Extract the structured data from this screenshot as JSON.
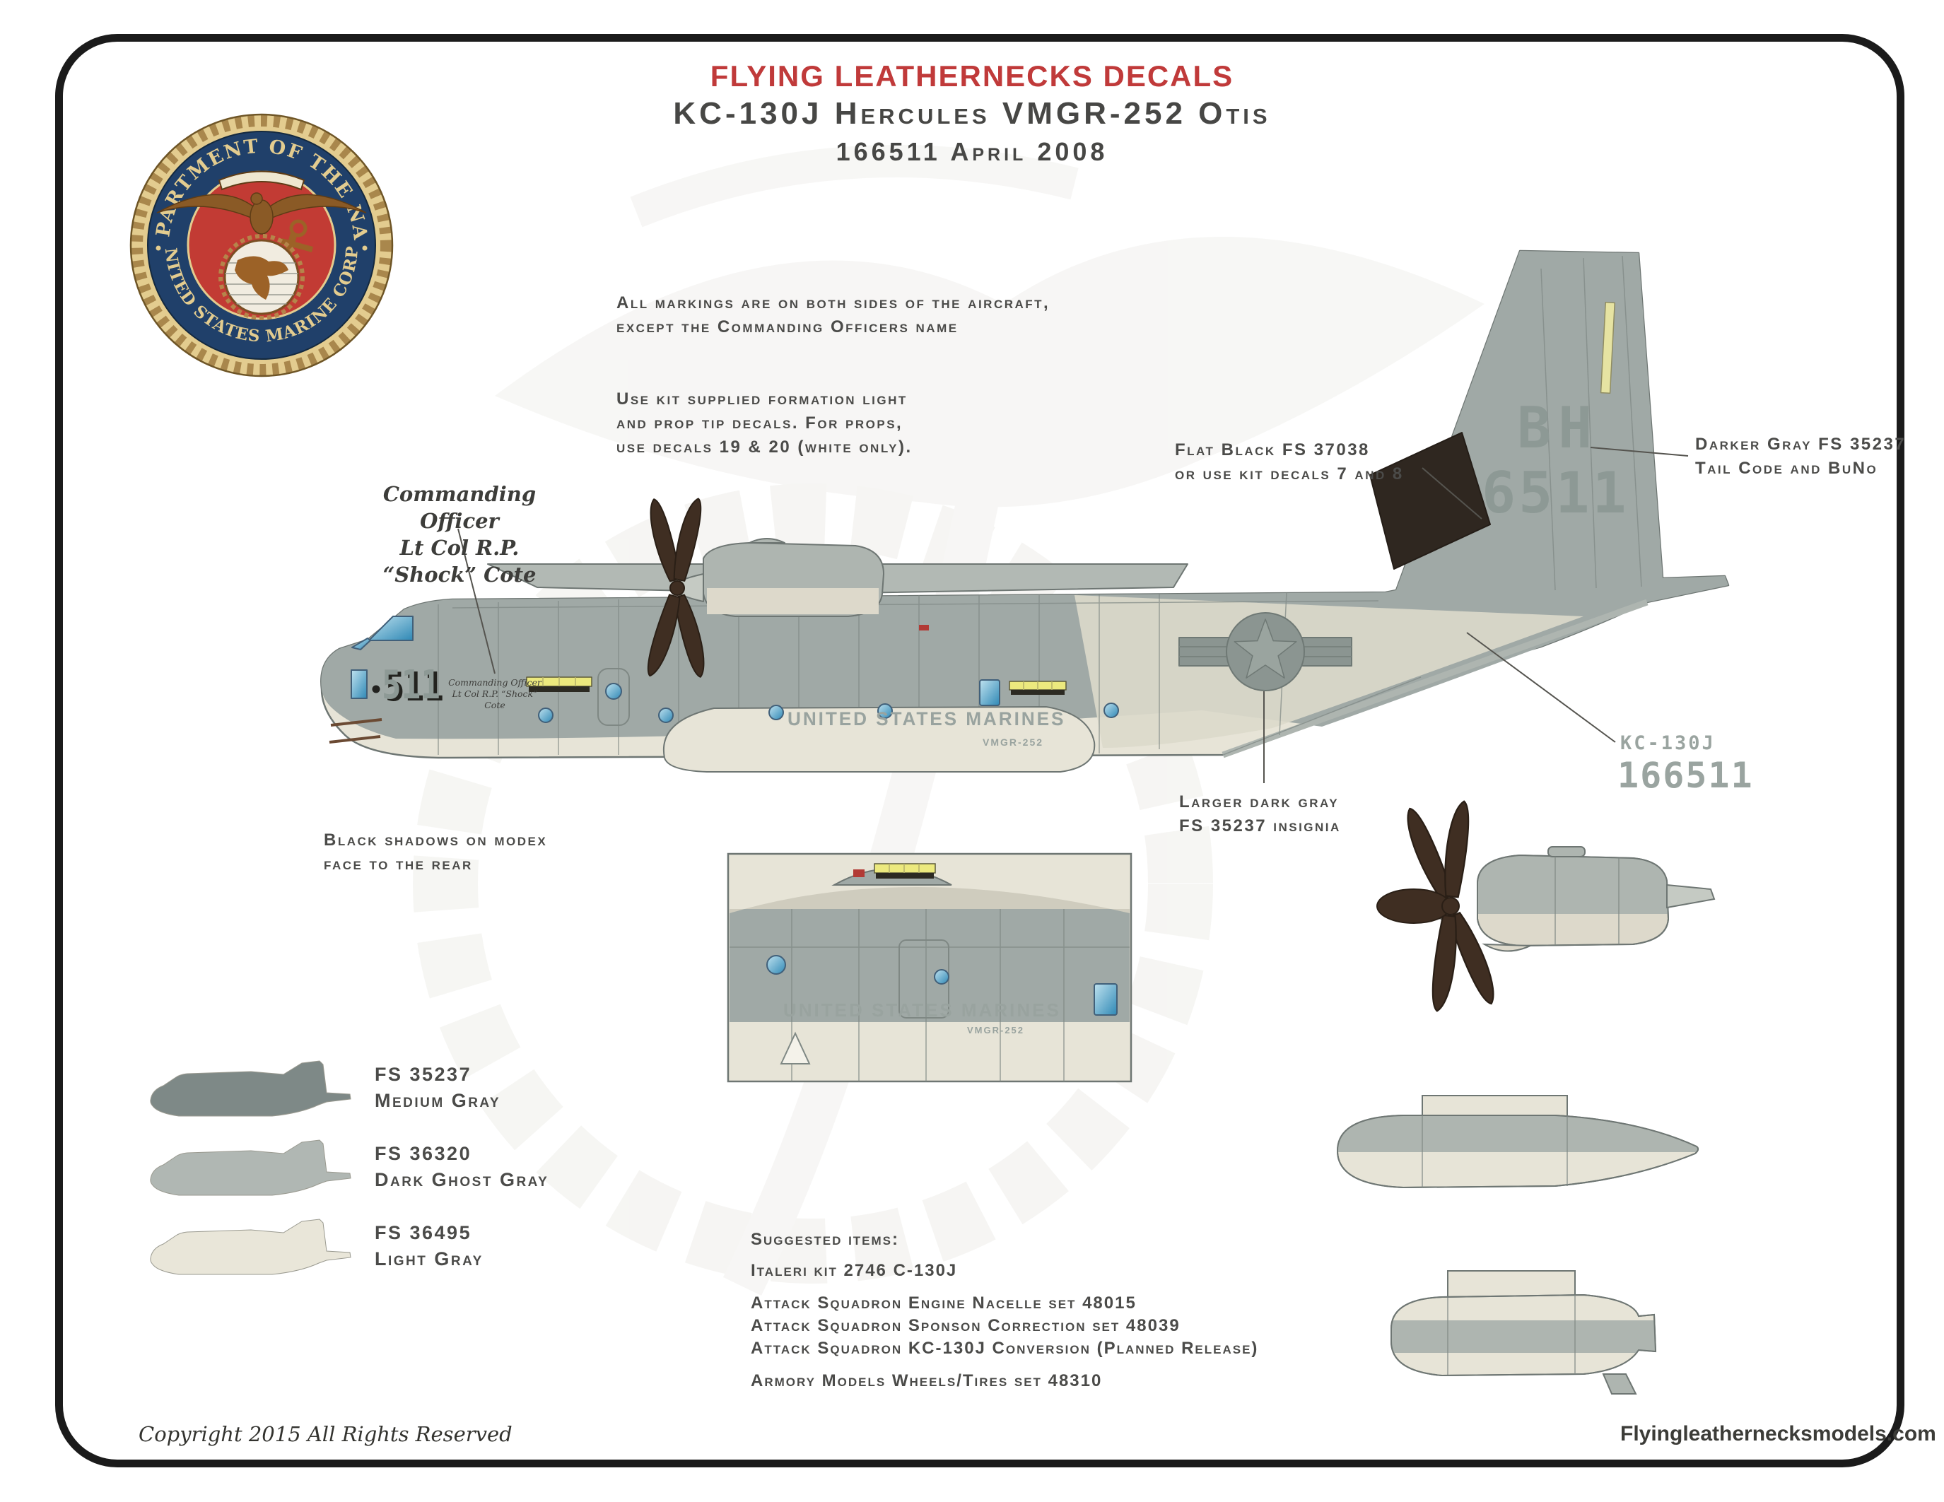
{
  "header": {
    "brand": "FLYING LEATHERNECKS DECALS",
    "title": "KC-130J Hercules VMGR-252 Otis",
    "subtitle": "166511 April 2008"
  },
  "emblem": {
    "top": "DEPARTMENT OF THE NAVY",
    "bottom": "UNITED STATES MARINE CORPS"
  },
  "notes": {
    "markings": "All markings are on both sides of the aircraft,\nexcept the Commanding Officers name",
    "formation": "Use kit supplied formation light\nand prop tip decals. For props,\nuse decals 19 & 20 (white only).",
    "commanding_officer": "Commanding Officer\nLt Col R.P. “Shock” Cote",
    "flat_black": "Flat Black FS 37038\nor use kit decals 7 and 8",
    "darker_gray": "Darker Gray FS 35237\nTail Code and BuNo",
    "insignia": "Larger dark gray\nFS 35237 insignia",
    "modex_shadow": "Black shadows on modex\nface to the rear"
  },
  "aircraft": {
    "tail_code": "BH",
    "tail_number": "6511",
    "modex": "511",
    "fuselage_titles": "UNITED STATES MARINES",
    "squadron": "VMGR-252",
    "co_name_script": "Commanding Officer\nLt Col R.P. “Shock” Cote"
  },
  "decal_sample": {
    "type": "KC-130J",
    "buno": "166511"
  },
  "paint_scheme": [
    {
      "fs": "FS 35237",
      "name": "Medium Gray",
      "hex": "#7e8987"
    },
    {
      "fs": "FS 36320",
      "name": "Dark Ghost Gray",
      "hex": "#b0b7b3"
    },
    {
      "fs": "FS 36495",
      "name": "Light Gray",
      "hex": "#e9e6d9"
    }
  ],
  "suggested": {
    "heading": "Suggested items:",
    "kit": "Italeri kit 2746 C-130J",
    "aftermarket": [
      "Attack Squadron Engine Nacelle set 48015",
      "Attack Squadron Sponson Correction set 48039",
      "Attack Squadron KC-130J Conversion (Planned Release)"
    ],
    "wheels": "Armory Models Wheels/Tires set 48310"
  },
  "footer": {
    "copyright": "Copyright 2015 All Rights Reserved",
    "website": "Flyingleathernecksmodels.com"
  },
  "colors": {
    "brand_red": "#c03a3a",
    "ink": "#4b4b49",
    "marking_gray": "#8d9995",
    "fuselage_gray": "#a0a9a6",
    "fuselage_cream": "#e7e4d7",
    "flat_black": "#2f2720",
    "prop_brown": "#3f2e22",
    "window_blue": "#57aed0",
    "strip_yellow": "#ece97e"
  }
}
